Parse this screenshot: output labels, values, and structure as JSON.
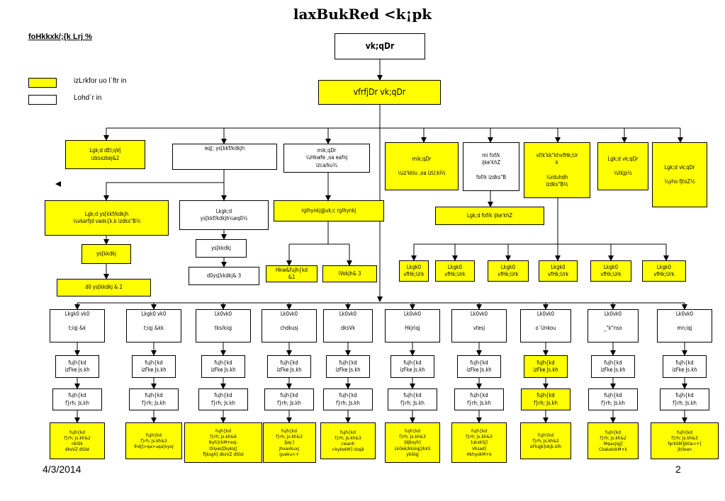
{
  "title": "laxBukRed <k¡pk",
  "legend": {
    "heading": "foHkkxk/;{k Lrj %",
    "items": [
      {
        "label": "izLrkfor uo l`ftr in",
        "color": "#ffff00"
      },
      {
        "label": "Lohd`r in",
        "color": "#ffffff"
      }
    ]
  },
  "nodes": {
    "top": "vk;qDr",
    "addl": "vfrfjDr vk;qDr",
    "g1": "Lgk;d dEI;qVj\nizksxzkej&2",
    "g2": "eq[; ys[kkf/kdkjh",
    "g3": "mik;qDr\n¼Hkwfe ,oa eafnj\nizca/ku½",
    "g4": "mik;qDr\n\n¼iz'kklu ,oa izU;kl½",
    "g5": "mi fof/k\nijke'khZ\n\nfof/k izdks\"B",
    "g6": "vf/k'kk\"khvfHk;Ur\nk\n\n¼rduhdh\nizdks\"B½",
    "g7": "Lgk;d vk;qDr\n\n¼tkjp½",
    "g8": "Lgk;d vk;qDr\n\n¼yho fjtoZ½",
    "g2a": "Lgk;d ys[kkf/kdkjh\n¼vkarfjd vads{k.k izdks\"B½",
    "g2b": "Lkgk;d\nys[kkf/kdkjh¼eq0½",
    "g2a1": "ys[kkdkj",
    "g2a2": "d0 ys[kkdkj & 2",
    "g2b1": "ys[kkdkj",
    "g2b2": "d0ys[kkdkj& 3",
    "g3a": "rglhynkj@uk;c rglhynkj",
    "g3b": "Hkw&fujh{kd\n&1",
    "g3c": "iVokjh& 3",
    "g5a": "Lgk;d fof/k ijke'khZ",
    "eng": [
      "Lkgk0\nvfHk;Urk",
      "Lkgk0\nvfHk;Urk",
      "Lkgk0\nvfHk;Urk",
      "Lkgk0\nvfHk;Urk",
      "Lkgk0\nvfHk;Urk",
      "Lkgk0\nvfHk;Urk"
    ]
  },
  "bottom_columns": [
    {
      "head": "Lkgk0 vk0\n\nt;iqj &k",
      "r1": "fujh{kd\nizFke Js.kh",
      "r2": "fujh{kd\nf}rh; Js.kh",
      "leaf": "fujh{kd\nf}rh; Js.kh&2\nnkSlk\ndksVZ dSlst",
      "hl": false
    },
    {
      "head": "Lkgk0 vk0\n\nt;iqj &kk",
      "r1": "fujh{kd\nizFke Js.kh",
      "r2": "fujh{kd\nf}rh; Js.kh",
      "leaf": "fujh{kd\nf}rh; Js.kh&3\nlhdj]>qa>uqa]vyoj",
      "hl": false
    },
    {
      "head": "Lk0vk0\n\ntks/kiqj",
      "r1": "fujh{kd\nizFke Js.kh",
      "r2": "fujh{kd\nf}rh; Js.kh",
      "leaf": "fujh{kd\nf}rh; Js.kh&6\nikyh]ckM+esj-\ntSlyes][kyksj]\nfljksgh] dksVZ dSlst",
      "hl": false
    },
    {
      "head": "Lk0vk0\n\nchdkusj",
      "r1": "fujh{kd\nizFke Js.kh",
      "r2": "fujh{kd\nf}rh; Js.kh",
      "leaf": "fujh{kd\nf}rh; Js.kh&3\n]pq:]\nJhxaxkuxj\ngueku<+",
      "hl": false
    },
    {
      "head": "Lk0vk0\n\ndksVk",
      "r1": "fujh{kd\nizFke Js.kh",
      "r2": "fujh{kd\nf}rh; Js.kh",
      "leaf": "fujh{kd\nf}rh; Js.kh&3\ncwanh\n>kykokM] ckajk",
      "hl": false
    },
    {
      "head": "Lk0vk0\n\nHkjriqj",
      "r1": "fujh{kd\nizFke Js.kh",
      "r2": "fujh{kd\nf}rh; Js.kh",
      "leaf": "fujh{kd\nf}rh; Js.kh&3\n]djksyh]\nLk0ek/kksiqj]/kkS\nykSiqj",
      "hl": false
    },
    {
      "head": "Lk0vk0\n\nvtesj",
      "r1": "fujh{kd\nizFke Js.kh",
      "r2": "fujh{kd\nf}rh; Js.kh",
      "leaf": "fujh{kd\nf}rh; Js.kh&3\n]ukxkSj]\nVksad]\nHkhyokM+k",
      "hl": false
    },
    {
      "head": "Lk0vk0\n\no`Unkou",
      "r1": "fujh{kd\nizFke Js.kh",
      "r2": "fujh{kd\nf}rh; Js.kh",
      "leaf": "fujh{kd\nf}rh; Js.kh&2\neFkqjk]okjk.klh",
      "hl": true
    },
    {
      "head": "Lk0vk0\n\n_\"k\"nso",
      "r1": "fujh{kd\nizFke Js.kh",
      "r2": "fujh{kd\nf}rh; Js.kh",
      "leaf": "fujh{kd\nf}rh; Js.kh&2\nMqaxjiqj]\nCkakalokM+k",
      "hl": false
    },
    {
      "head": "Lk0vk0\n\nmn;iqj",
      "r1": "fujh{kd\nizFke Js.kh",
      "r2": "fujh{kd\nf}rh; Js.kh",
      "leaf": "fujh{kd\nf}rh; Js.kh&3\nfprkSM]jktla<+]\njktlean",
      "hl": false
    }
  ],
  "footer": {
    "date": "4/3/2014",
    "page": "2"
  },
  "colors": {
    "proposed": "#ffff00",
    "sanctioned": "#ffffff",
    "line": "#000000"
  }
}
